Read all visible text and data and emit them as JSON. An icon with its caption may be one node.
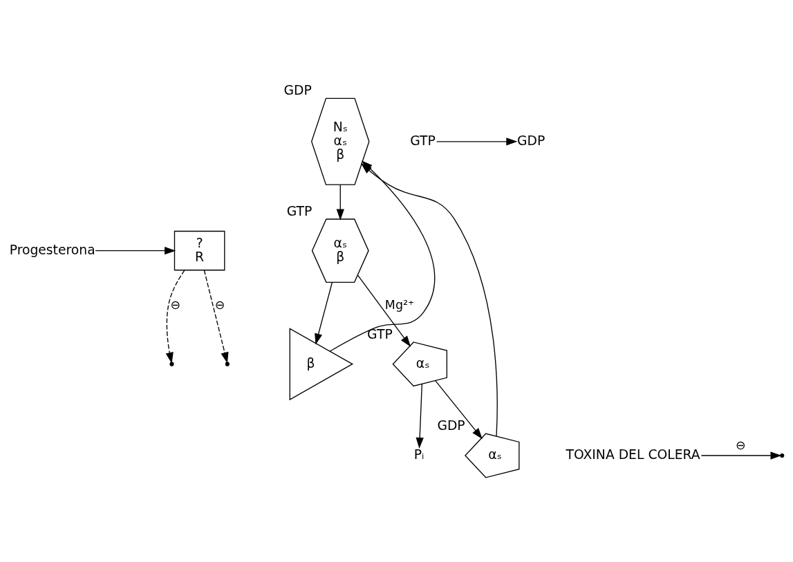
{
  "diagram": {
    "nodes": [
      {
        "text": [
          "Progesterona"
        ]
      },
      {
        "text": [
          "?",
          "R"
        ]
      },
      {
        "text": [
          "Nₛ",
          "αₛ",
          "β"
        ],
        "beside": [
          "GDP"
        ]
      },
      {
        "text": [
          "GTP"
        ]
      },
      {
        "text": [
          "GDP"
        ]
      },
      {
        "text": [
          "αₛ",
          "β"
        ],
        "beside": [
          "GTP"
        ]
      },
      {
        "text": [
          "β"
        ]
      },
      {
        "text": [
          "αₛ"
        ],
        "beside": [
          "GTP"
        ]
      },
      {
        "text": [
          "Pᵢ"
        ]
      },
      {
        "text": [
          "αₛ"
        ],
        "beside": [
          "GDP"
        ]
      },
      {
        "text": [
          "TOXINA DEL COLERA"
        ]
      }
    ],
    "edges": [
      {
        "from": 0,
        "to": 1,
        "arrow": "to"
      },
      {
        "from": 1,
        "to": null,
        "arrow": "to",
        "label": "⊖",
        "style": "dashed"
      },
      {
        "from": 1,
        "to": null,
        "arrow": "to",
        "label": "⊖",
        "style": "dashed"
      },
      {
        "from": 2,
        "to": 5,
        "arrow": "to"
      },
      {
        "from": 3,
        "to": 4,
        "arrow": "to"
      },
      {
        "from": 5,
        "to": 7,
        "arrow": "to",
        "label": "Mg²⁺"
      },
      {
        "from": 5,
        "to": 6,
        "arrow": "to"
      },
      {
        "from": 7,
        "to": 9,
        "arrow": "to"
      },
      {
        "from": 7,
        "to": 8,
        "arrow": "to"
      },
      {
        "from": 10,
        "to": null,
        "arrow": "to",
        "label": "⊖"
      },
      {
        "from": 6,
        "to": 2,
        "arrow": "to"
      },
      {
        "from": 9,
        "to": 2,
        "arrow": "to"
      }
    ]
  }
}
